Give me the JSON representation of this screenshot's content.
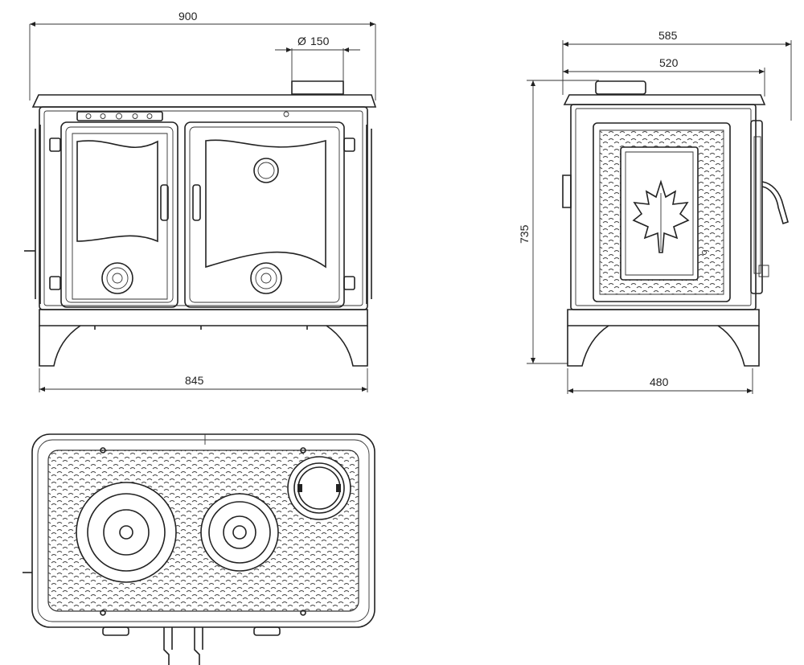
{
  "dimensions": {
    "front_total_width": "900",
    "flue_diameter_symbol": "Ø",
    "flue_diameter": "150",
    "front_base_width": "845",
    "side_total_depth": "585",
    "side_body_depth": "520",
    "side_height": "735",
    "side_base_depth": "480"
  },
  "colors": {
    "line": "#222222",
    "background": "#ffffff"
  }
}
